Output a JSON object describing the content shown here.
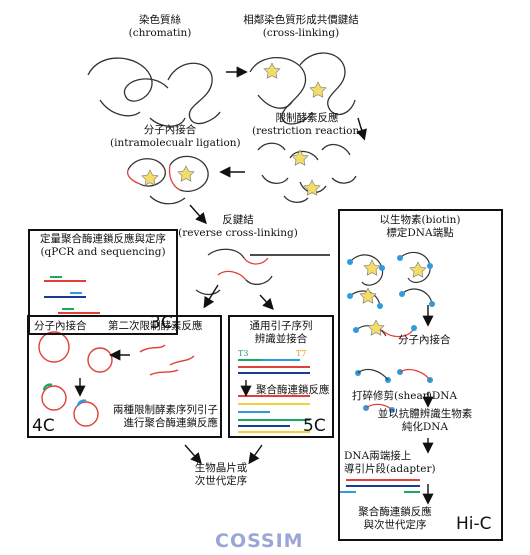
{
  "step1": {
    "zh": "染色質絲",
    "en": "(chromatin)"
  },
  "step2": {
    "zh": "相鄰染色質形成共價鍵結",
    "en": "(cross-linking)"
  },
  "step3": {
    "zh": "限制酵素反應",
    "en": "(restriction reaction)"
  },
  "step4": {
    "zh": "分子內接合",
    "en": "(intramolecualr ligation)"
  },
  "step5": {
    "zh": "反鍵結",
    "en": "(reverse cross-linking)"
  },
  "box3c": {
    "title_zh": "定量聚合酶連鎖反應與定序",
    "title_en": "(qPCR and sequencing)",
    "tag": "3C"
  },
  "box4c": {
    "ligation": "分子內接合",
    "second_digest": "第二次限制酵素反應",
    "pcr_line1": "兩種限制酵素序列引子",
    "pcr_line2": "進行聚合酶連鎖反應",
    "tag": "4C"
  },
  "box5c": {
    "line1": "通用引子序列",
    "line2": "辨識並接合",
    "t3": "T3",
    "t7": "T7",
    "pcr": "聚合酶連鎖反應",
    "tag": "5C"
  },
  "hic": {
    "biotin_line1": "以生物素(biotin)",
    "biotin_line2": "標定DNA端點",
    "ligation": "分子內接合",
    "shear": "打碎修剪(shear)DNA",
    "purify_line1": "並以抗體辨識生物素",
    "purify_line2": "純化DNA",
    "adapter_line1": "DNA兩端接上",
    "adapter_line2": "導引片段(adapter)",
    "final_line1": "聚合酶連鎖反應",
    "final_line2": "與次世代定序",
    "tag": "Hi-C"
  },
  "final": {
    "line1": "生物晶片或",
    "line2": "次世代定序"
  },
  "watermark": "COSSIM",
  "colors": {
    "dna": "#333333",
    "red": "#e0403a",
    "star": "#f3dc6a",
    "blue": "#2e9be0",
    "green": "#1aa866",
    "yellow": "#f2d23a",
    "navy": "#1a3a9a"
  }
}
